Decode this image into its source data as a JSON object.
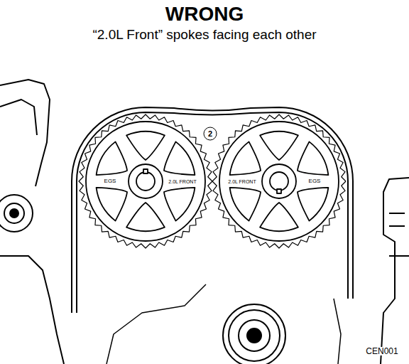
{
  "diagram": {
    "title": "WRONG",
    "caption": "“2.0L Front” spokes facing each other",
    "nodes": [
      {
        "text": [
          "2"
        ]
      }
    ],
    "labels": [
      "EGS",
      "2.0L FRONT",
      "2.0L FRONT",
      "EGS",
      "CEN001"
    ]
  }
}
